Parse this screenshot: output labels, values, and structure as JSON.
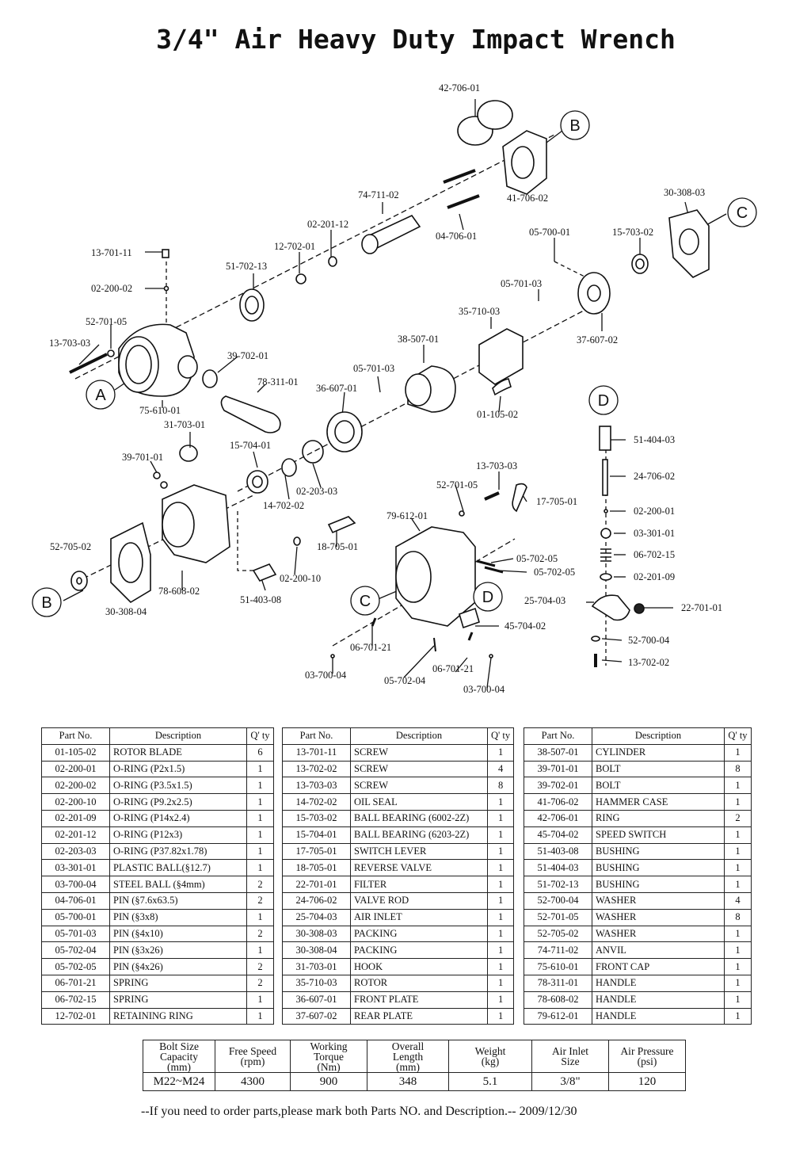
{
  "title": "3/4\" Air Heavy Duty Impact Wrench",
  "callouts": [
    "A",
    "B",
    "C",
    "D"
  ],
  "diagram_labels": [
    "42-706-01",
    "41-706-02",
    "04-706-01",
    "74-711-02",
    "02-201-12",
    "12-702-01",
    "51-702-13",
    "13-701-11",
    "02-200-02",
    "52-701-05",
    "13-703-03",
    "75-610-01",
    "39-702-01",
    "78-311-01",
    "30-308-03",
    "15-703-02",
    "05-700-01",
    "05-701-03",
    "37-607-02",
    "35-710-03",
    "38-507-01",
    "05-701-03",
    "36-607-01",
    "01-105-02",
    "31-703-01",
    "39-701-01",
    "15-704-01",
    "02-203-03",
    "14-702-02",
    "52-705-02",
    "30-308-04",
    "78-608-02",
    "51-403-08",
    "02-200-10",
    "18-705-01",
    "13-703-03",
    "52-701-05",
    "17-705-01",
    "79-612-01",
    "05-702-05",
    "05-702-05",
    "45-704-02",
    "06-701-21",
    "03-700-04",
    "05-702-04",
    "06-701-21",
    "03-700-04",
    "51-404-03",
    "24-706-02",
    "02-200-01",
    "03-301-01",
    "06-702-15",
    "02-201-09",
    "25-704-03",
    "22-701-01",
    "52-700-04",
    "13-702-02"
  ],
  "parts_headers": {
    "part_no": "Part No.",
    "description": "Description",
    "qty": "Q' ty"
  },
  "parts": [
    [
      [
        "01-105-02",
        "ROTOR BLADE",
        "6"
      ],
      [
        "02-200-01",
        "O-RING (P2x1.5)",
        "1"
      ],
      [
        "02-200-02",
        "O-RING (P3.5x1.5)",
        "1"
      ],
      [
        "02-200-10",
        "O-RING (P9.2x2.5)",
        "1"
      ],
      [
        "02-201-09",
        "O-RING (P14x2.4)",
        "1"
      ],
      [
        "02-201-12",
        "O-RING (P12x3)",
        "1"
      ],
      [
        "02-203-03",
        "O-RING (P37.82x1.78)",
        "1"
      ],
      [
        "03-301-01",
        "PLASTIC BALL(§12.7)",
        "1"
      ],
      [
        "03-700-04",
        "STEEL BALL (§4mm)",
        "2"
      ],
      [
        "04-706-01",
        "PIN (§7.6x63.5)",
        "2"
      ],
      [
        "05-700-01",
        "PIN (§3x8)",
        "1"
      ],
      [
        "05-701-03",
        "PIN (§4x10)",
        "2"
      ],
      [
        "05-702-04",
        "PIN (§3x26)",
        "1"
      ],
      [
        "05-702-05",
        "PIN (§4x26)",
        "2"
      ],
      [
        "06-701-21",
        "SPRING",
        "2"
      ],
      [
        "06-702-15",
        "SPRING",
        "1"
      ],
      [
        "12-702-01",
        "RETAINING RING",
        "1"
      ]
    ],
    [
      [
        "13-701-11",
        "SCREW",
        "1"
      ],
      [
        "13-702-02",
        "SCREW",
        "4"
      ],
      [
        "13-703-03",
        "SCREW",
        "8"
      ],
      [
        "14-702-02",
        "OIL SEAL",
        "1"
      ],
      [
        "15-703-02",
        "BALL BEARING (6002-2Z)",
        "1"
      ],
      [
        "15-704-01",
        "BALL BEARING (6203-2Z)",
        "1"
      ],
      [
        "17-705-01",
        "SWITCH LEVER",
        "1"
      ],
      [
        "18-705-01",
        "REVERSE VALVE",
        "1"
      ],
      [
        "22-701-01",
        "FILTER",
        "1"
      ],
      [
        "24-706-02",
        "VALVE ROD",
        "1"
      ],
      [
        "25-704-03",
        "AIR INLET",
        "1"
      ],
      [
        "30-308-03",
        "PACKING",
        "1"
      ],
      [
        "30-308-04",
        "PACKING",
        "1"
      ],
      [
        "31-703-01",
        "HOOK",
        "1"
      ],
      [
        "35-710-03",
        "ROTOR",
        "1"
      ],
      [
        "36-607-01",
        "FRONT PLATE",
        "1"
      ],
      [
        "37-607-02",
        "REAR PLATE",
        "1"
      ]
    ],
    [
      [
        "38-507-01",
        "CYLINDER",
        "1"
      ],
      [
        "39-701-01",
        "BOLT",
        "8"
      ],
      [
        "39-702-01",
        "BOLT",
        "1"
      ],
      [
        "41-706-02",
        "HAMMER CASE",
        "1"
      ],
      [
        "42-706-01",
        "RING",
        "2"
      ],
      [
        "45-704-02",
        "SPEED SWITCH",
        "1"
      ],
      [
        "51-403-08",
        "BUSHING",
        "1"
      ],
      [
        "51-404-03",
        "BUSHING",
        "1"
      ],
      [
        "51-702-13",
        "BUSHING",
        "1"
      ],
      [
        "52-700-04",
        "WASHER",
        "4"
      ],
      [
        "52-701-05",
        "WASHER",
        "8"
      ],
      [
        "52-705-02",
        "WASHER",
        "1"
      ],
      [
        "74-711-02",
        "ANVIL",
        "1"
      ],
      [
        "75-610-01",
        "FRONT CAP",
        "1"
      ],
      [
        "78-311-01",
        "HANDLE",
        "1"
      ],
      [
        "78-608-02",
        "HANDLE",
        "1"
      ],
      [
        "79-612-01",
        "HANDLE",
        "1"
      ]
    ]
  ],
  "specs": {
    "headers": [
      {
        "l1": "Bolt Size",
        "l2": "Capacity",
        "l3": "(mm)"
      },
      {
        "l1": "Free Speed",
        "l2": "(rpm)",
        "l3": ""
      },
      {
        "l1": "Working",
        "l2": "Torque",
        "l3": "(Nm)"
      },
      {
        "l1": "Overall",
        "l2": "Length",
        "l3": "(mm)"
      },
      {
        "l1": "Weight",
        "l2": "(kg)",
        "l3": ""
      },
      {
        "l1": "Air Inlet",
        "l2": "Size",
        "l3": ""
      },
      {
        "l1": "Air Pressure",
        "l2": "(psi)",
        "l3": ""
      }
    ],
    "values": [
      "M22~M24",
      "4300",
      "900",
      "348",
      "5.1",
      "3/8\"",
      "120"
    ]
  },
  "footer": "--If you need to order parts,please mark both Parts NO. and Description.-- 2009/12/30"
}
